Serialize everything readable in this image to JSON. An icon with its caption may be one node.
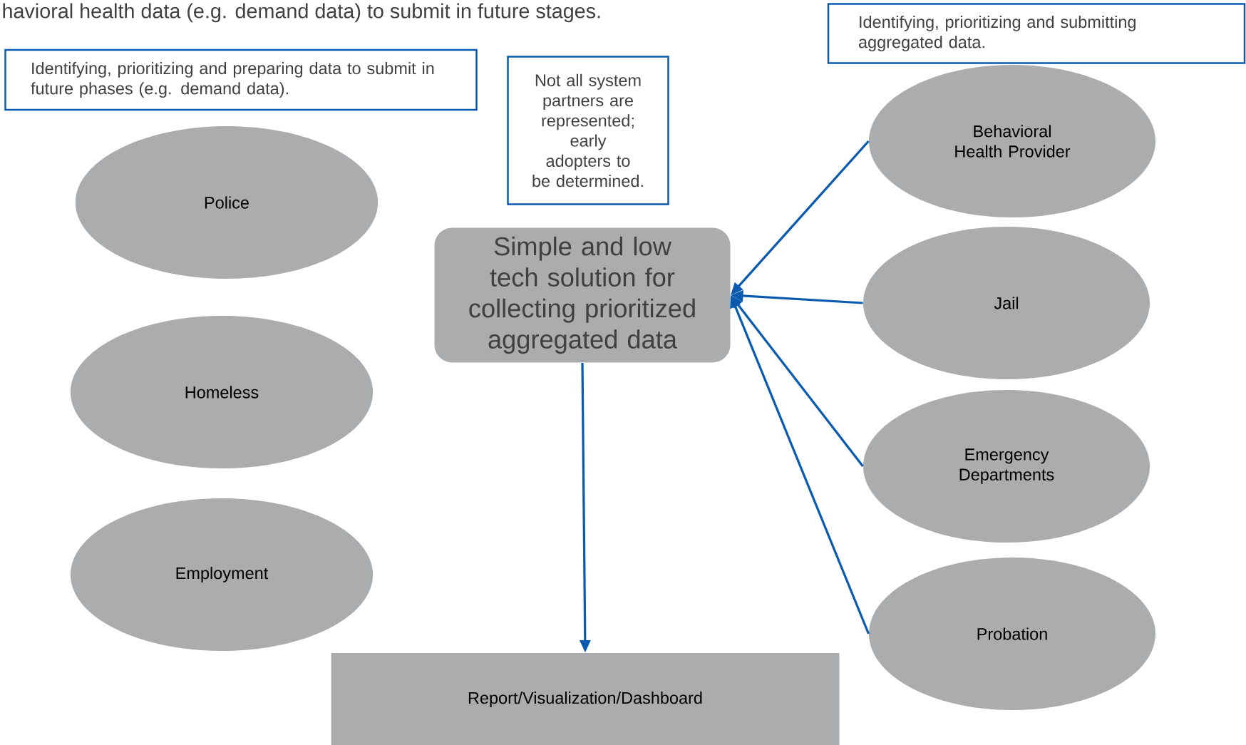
{
  "diagram": {
    "nodes": [
      {
        "text": [
          "Identifying, prioritizing and preparing data to submit in future phases (e.g. demand data)."
        ]
      },
      {
        "text": [
          "Not all system partners are represented; early adopters to be determined."
        ]
      },
      {
        "text": [
          "Identifying, prioritizing and submitting aggregated data."
        ]
      },
      {
        "text": [
          "Police"
        ]
      },
      {
        "text": [
          "Homeless"
        ]
      },
      {
        "text": [
          "Employment"
        ]
      },
      {
        "text": [
          "Simple and low tech solution for collecting prioritized aggregated data"
        ]
      },
      {
        "text": [
          "Behavioral Health Provider"
        ]
      },
      {
        "text": [
          "Jail"
        ]
      },
      {
        "text": [
          "Emergency Departments"
        ]
      },
      {
        "text": [
          "Probation"
        ]
      },
      {
        "text": [
          "Report/Visualization/Dashboard"
        ]
      }
    ],
    "edges": [
      {
        "from": 7,
        "to": 6,
        "arrow": "to"
      },
      {
        "from": 8,
        "to": 6,
        "arrow": "to"
      },
      {
        "from": 9,
        "to": 6,
        "arrow": "to"
      },
      {
        "from": 10,
        "to": 6,
        "arrow": "to"
      },
      {
        "from": 6,
        "to": 11,
        "arrow": "to"
      }
    ],
    "labels": [
      "havioral health data (e.g. demand data) to submit in future stages."
    ]
  }
}
